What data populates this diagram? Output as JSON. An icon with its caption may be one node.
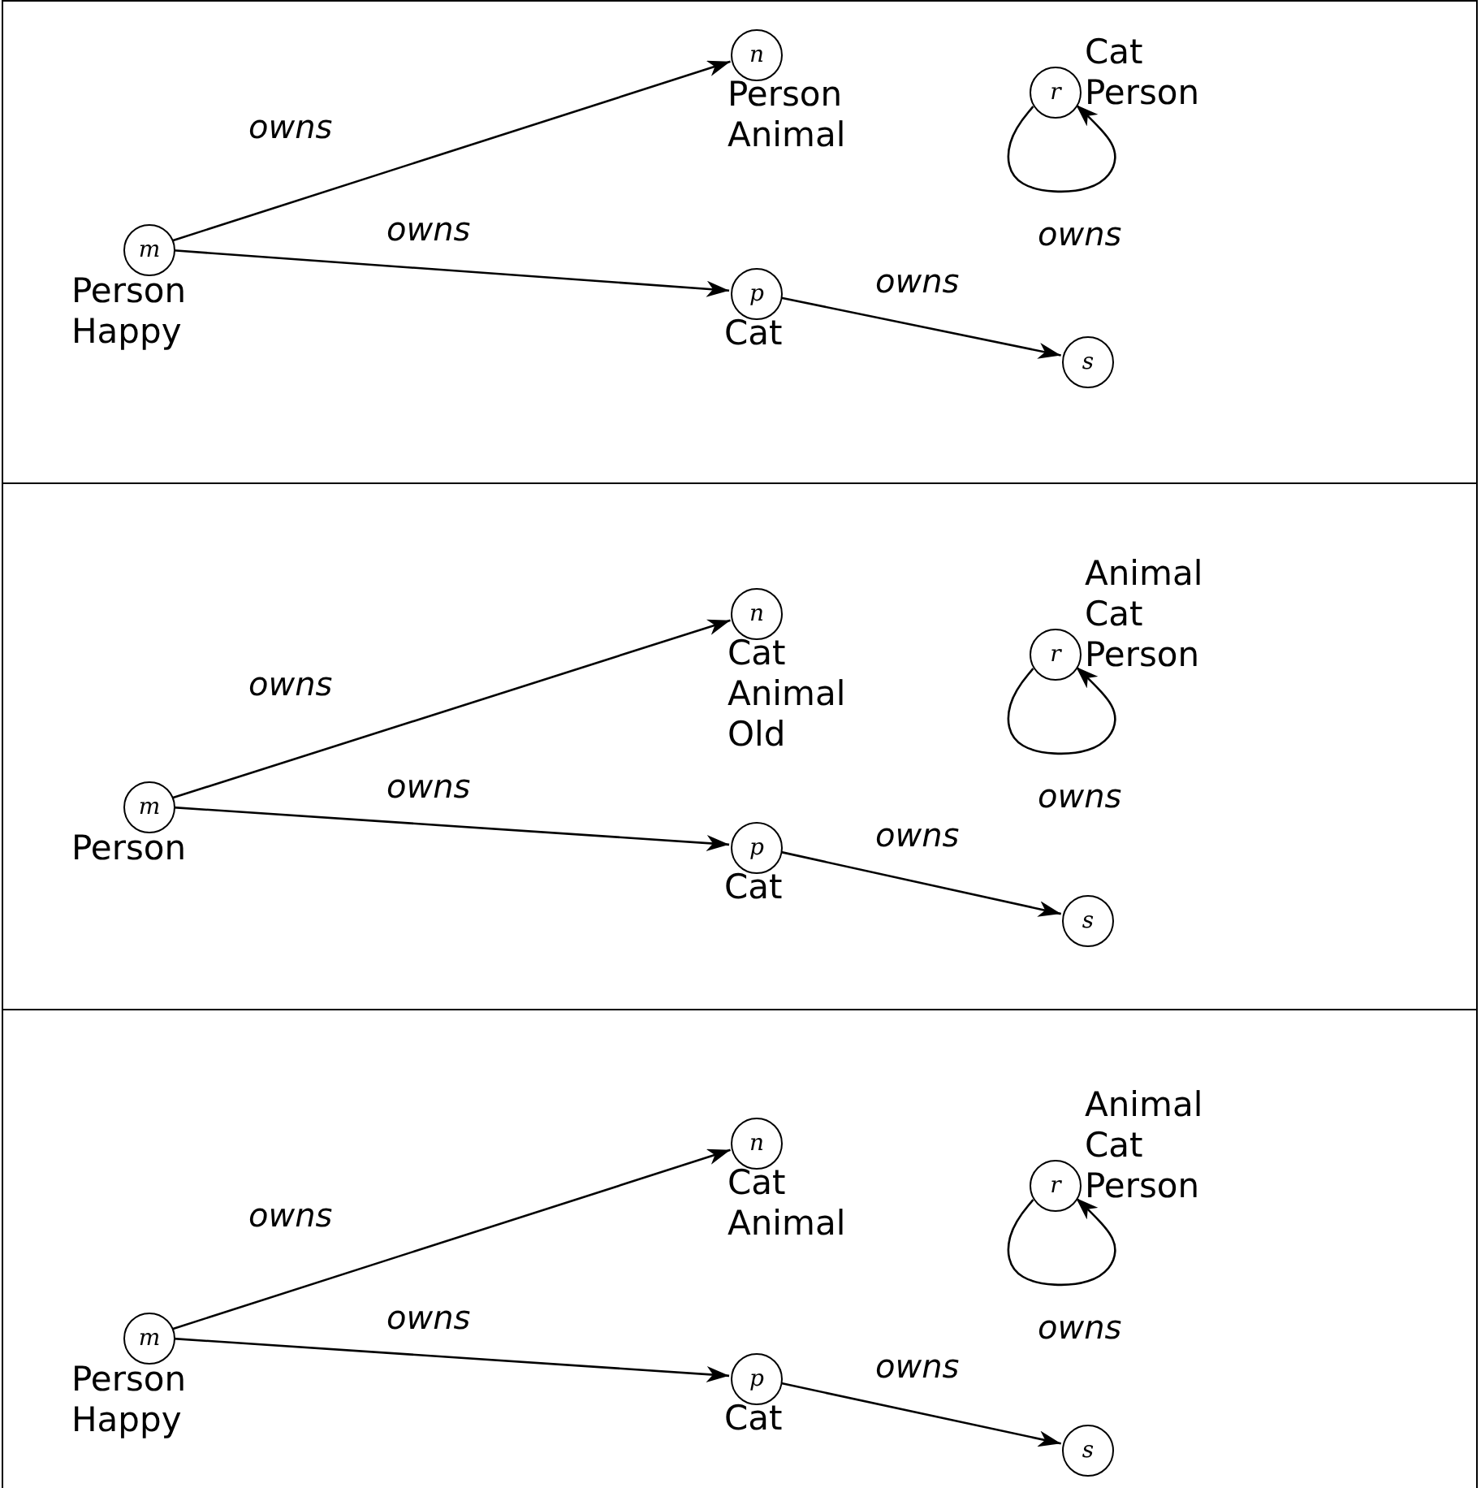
{
  "diagram": {
    "nodes": [
      {
        "text": [],
        "shape": "box"
      },
      {
        "text": [
          "m"
        ],
        "in": 0,
        "beside": [
          "Person",
          "Happy"
        ]
      },
      {
        "text": [
          "n"
        ],
        "in": 0,
        "beside": [
          "Person",
          "Animal"
        ]
      },
      {
        "text": [
          "p"
        ],
        "in": 0,
        "beside": [
          "Cat"
        ]
      },
      {
        "text": [
          "r"
        ],
        "in": 0,
        "beside": [
          "Cat",
          "Person"
        ]
      },
      {
        "text": [
          "s"
        ],
        "in": 0
      },
      {
        "text": [],
        "shape": "box"
      },
      {
        "text": [
          "m"
        ],
        "in": 6,
        "beside": [
          "Person"
        ]
      },
      {
        "text": [
          "n"
        ],
        "in": 6,
        "beside": [
          "Cat",
          "Animal",
          "Old"
        ]
      },
      {
        "text": [
          "p"
        ],
        "in": 6,
        "beside": [
          "Cat"
        ]
      },
      {
        "text": [
          "r"
        ],
        "in": 6,
        "beside": [
          "Animal",
          "Cat",
          "Person"
        ]
      },
      {
        "text": [
          "s"
        ],
        "in": 6
      },
      {
        "text": [],
        "shape": "box"
      },
      {
        "text": [
          "m"
        ],
        "in": 12,
        "beside": [
          "Person",
          "Happy"
        ]
      },
      {
        "text": [
          "n"
        ],
        "in": 12,
        "beside": [
          "Cat",
          "Animal"
        ]
      },
      {
        "text": [
          "p"
        ],
        "in": 12,
        "beside": [
          "Cat"
        ]
      },
      {
        "text": [
          "r"
        ],
        "in": 12,
        "beside": [
          "Animal",
          "Cat",
          "Person"
        ]
      },
      {
        "text": [
          "s"
        ],
        "in": 12
      }
    ],
    "edges": [
      {
        "from": 1,
        "to": 2,
        "arrow": "to",
        "label": "owns"
      },
      {
        "from": 1,
        "to": 3,
        "arrow": "to",
        "label": "owns"
      },
      {
        "from": 3,
        "to": 5,
        "arrow": "to",
        "label": "owns"
      },
      {
        "from": 4,
        "to": 4,
        "arrow": "to",
        "label": "owns"
      },
      {
        "from": 7,
        "to": 8,
        "arrow": "to",
        "label": "owns"
      },
      {
        "from": 7,
        "to": 9,
        "arrow": "to",
        "label": "owns"
      },
      {
        "from": 9,
        "to": 11,
        "arrow": "to",
        "label": "owns"
      },
      {
        "from": 10,
        "to": 10,
        "arrow": "to",
        "label": "owns"
      },
      {
        "from": 13,
        "to": 14,
        "arrow": "to",
        "label": "owns"
      },
      {
        "from": 13,
        "to": 15,
        "arrow": "to",
        "label": "owns"
      },
      {
        "from": 15,
        "to": 17,
        "arrow": "to",
        "label": "owns"
      },
      {
        "from": 16,
        "to": 16,
        "arrow": "to",
        "label": "owns"
      }
    ]
  }
}
